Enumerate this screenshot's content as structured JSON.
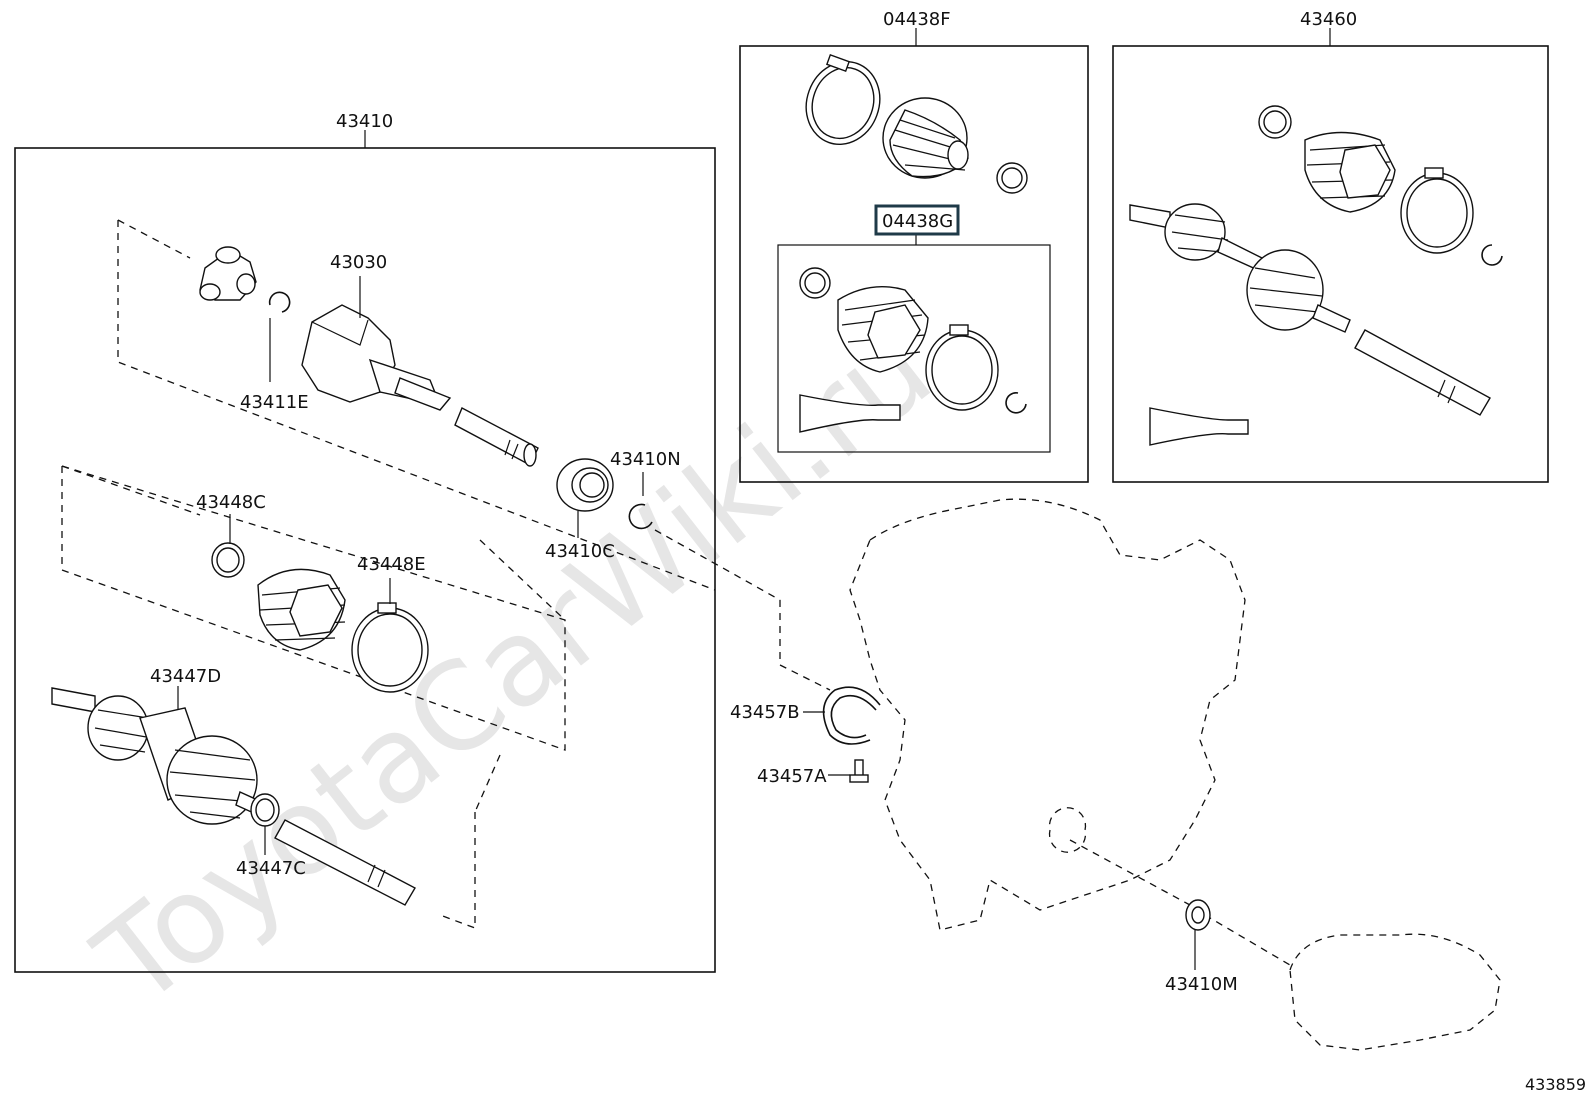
{
  "watermark": "ToyotaCarWiki.ru",
  "diagram_id": "433859",
  "labels": {
    "l_43410": "43410",
    "l_04438F": "04438F",
    "l_43460": "43460",
    "l_04438G": "04438G",
    "l_43030": "43030",
    "l_43411E": "43411E",
    "l_43410N": "43410N",
    "l_43410C": "43410C",
    "l_43448C": "43448C",
    "l_43448E": "43448E",
    "l_43447D": "43447D",
    "l_43447C": "43447C",
    "l_43457B": "43457B",
    "l_43457A": "43457A",
    "l_43410M": "43410M"
  },
  "colors": {
    "line": "#111111",
    "highlight_border": "#1f3a48",
    "watermark": "#e6e6e6"
  }
}
